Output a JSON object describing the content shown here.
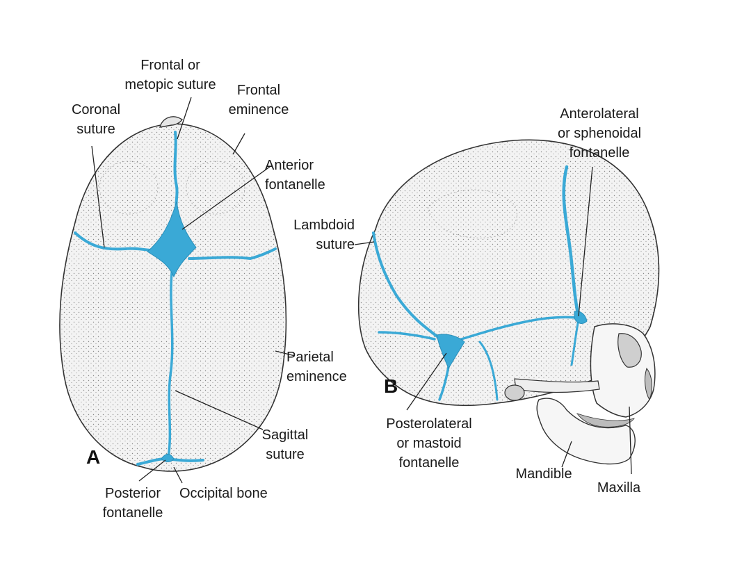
{
  "colors": {
    "suture": "#3aa9d6",
    "bone_fill": "#f1f1f1",
    "bone_outline": "#333333",
    "text": "#1a1a1a",
    "background": "#ffffff"
  },
  "panels": {
    "a": "A",
    "b": "B"
  },
  "labels": {
    "frontal_suture": "Frontal or\nmetopic suture",
    "frontal_eminence": "Frontal\neminence",
    "coronal_suture": "Coronal\nsuture",
    "anterior_fontanelle": "Anterior\nfontanelle",
    "parietal_eminence": "Parietal\neminence",
    "sagittal_suture": "Sagittal\nsuture",
    "posterior_fontanelle": "Posterior\nfontanelle",
    "occipital_bone": "Occipital bone",
    "anterolateral_fontanelle": "Anterolateral\nor sphenoidal\nfontanelle",
    "lambdoid_suture": "Lambdoid\nsuture",
    "posterolateral_fontanelle": "Posterolateral\nor mastoid\nfontanelle",
    "mandible": "Mandible",
    "maxilla": "Maxilla"
  }
}
